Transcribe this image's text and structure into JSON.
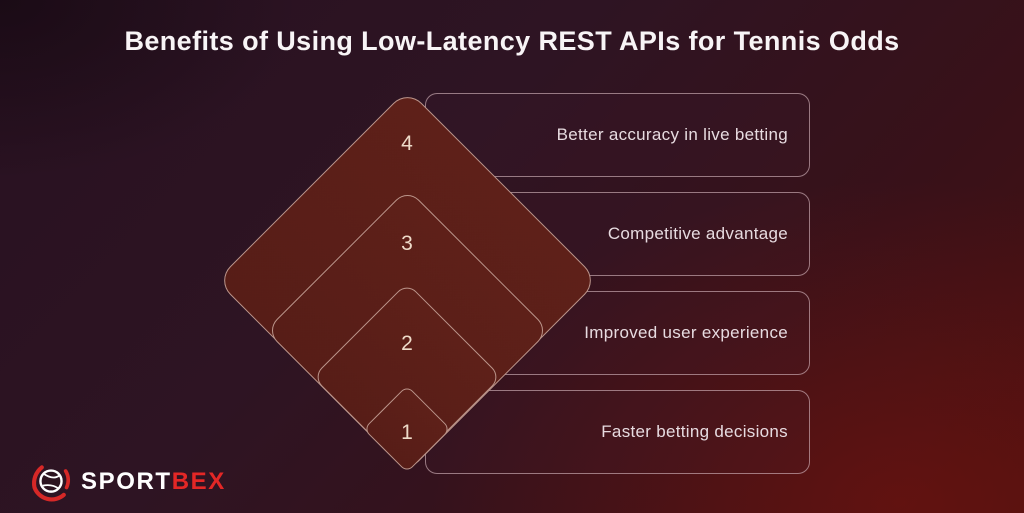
{
  "title": "Benefits of Using Low-Latency REST APIs for Tennis Odds",
  "diagram": {
    "type": "nested-diamond-pyramid",
    "levels": [
      {
        "number": "4",
        "label": "Better accuracy in live betting"
      },
      {
        "number": "3",
        "label": "Competitive advantage"
      },
      {
        "number": "2",
        "label": "Improved user experience"
      },
      {
        "number": "1",
        "label": "Faster betting decisions"
      }
    ]
  },
  "logo": {
    "name": "SPORTBEX",
    "part_white": "SPORT",
    "part_red": "BEX"
  },
  "colors": {
    "background_top_left": "#2a1221",
    "background_bottom_right": "#4a0e10",
    "diamond_fill": "#5a1f18",
    "diamond_border": "#cdaaa0",
    "box_border": "#d6babf",
    "label_text": "#e7dbe0",
    "number_text": "#eedbc9",
    "title_text": "#f8f4f6",
    "brand_red": "#e32726"
  }
}
